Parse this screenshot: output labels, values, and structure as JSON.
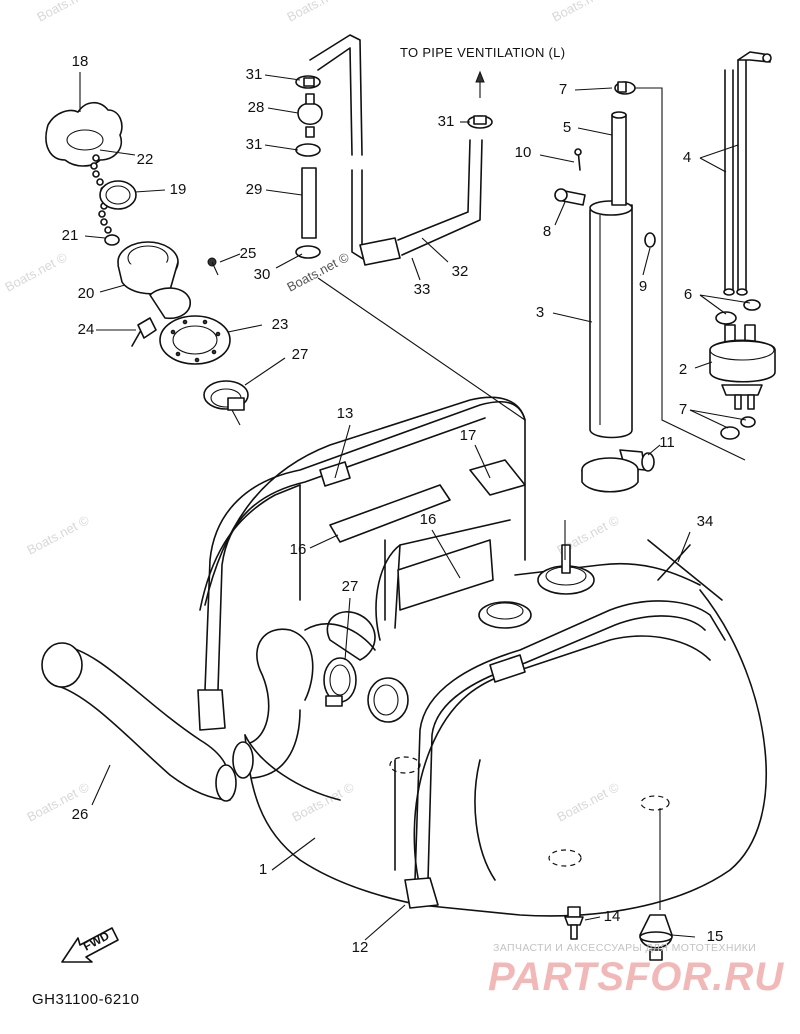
{
  "note_top": "TO PIPE VENTILATION (L)",
  "drawing_code": "GH31100-6210",
  "fwd_label": "FWD",
  "watermark": "Boats.net ©",
  "brand_tagline": "ЗАПЧАСТИ И АКСЕССУАРЫ ДЛЯ МОТОТЕХНИКИ",
  "brand_name": "PARTSFOR.RU",
  "callouts": {
    "c1": "1",
    "c2": "2",
    "c3": "3",
    "c4": "4",
    "c5": "5",
    "c6": "6",
    "c7a": "7",
    "c7b": "7",
    "c8": "8",
    "c9": "9",
    "c10": "10",
    "c11": "11",
    "c12": "12",
    "c13": "13",
    "c14": "14",
    "c15": "15",
    "c16a": "16",
    "c16b": "16",
    "c17": "17",
    "c18": "18",
    "c19": "19",
    "c20": "20",
    "c21": "21",
    "c22": "22",
    "c23": "23",
    "c24": "24",
    "c25": "25",
    "c26": "26",
    "c27a": "27",
    "c27b": "27",
    "c28": "28",
    "c29": "29",
    "c30": "30",
    "c31a": "31",
    "c31b": "31",
    "c31c": "31",
    "c32": "32",
    "c33": "33",
    "c34": "34"
  }
}
